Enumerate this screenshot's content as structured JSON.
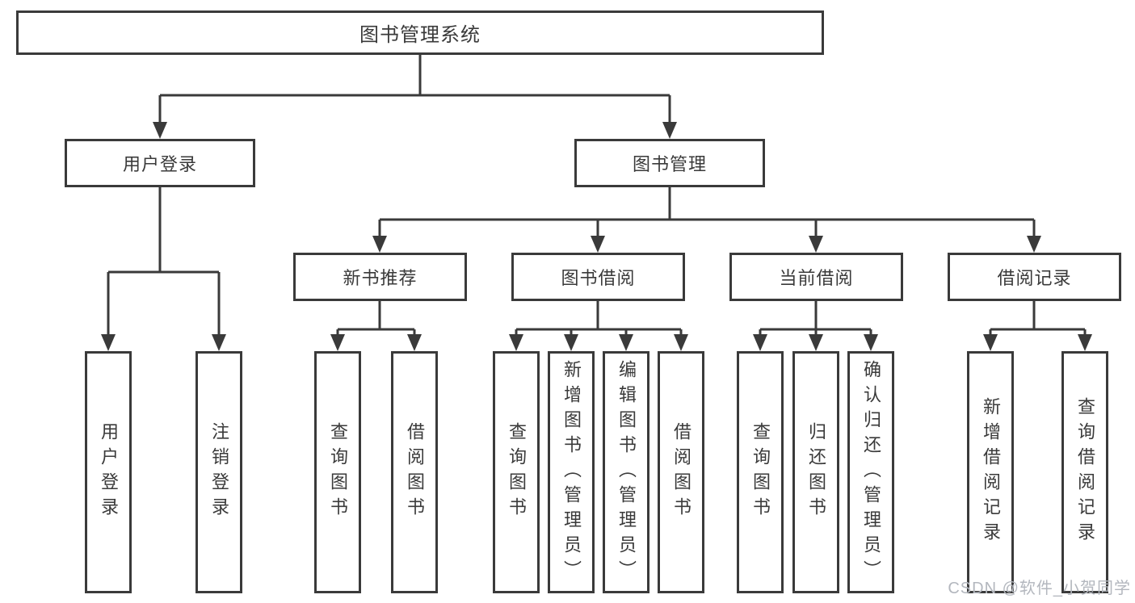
{
  "root": {
    "label": "图书管理系统"
  },
  "branches": [
    {
      "label": "用户登录",
      "children": [
        {
          "label": "用户登录"
        },
        {
          "label": "注销登录"
        }
      ]
    },
    {
      "label": "图书管理",
      "groups": [
        {
          "label": "新书推荐",
          "children": [
            {
              "label": "查询图书"
            },
            {
              "label": "借阅图书"
            }
          ]
        },
        {
          "label": "图书借阅",
          "children": [
            {
              "label": "查询图书"
            },
            {
              "label": "新增图书（管理员）"
            },
            {
              "label": "编辑图书（管理员）"
            },
            {
              "label": "借阅图书"
            }
          ]
        },
        {
          "label": "当前借阅",
          "children": [
            {
              "label": "查询图书"
            },
            {
              "label": "归还图书"
            },
            {
              "label": "确认归还（管理员）"
            }
          ]
        },
        {
          "label": "借阅记录",
          "children": [
            {
              "label": "新增借阅记录"
            },
            {
              "label": "查询借阅记录"
            }
          ]
        }
      ]
    }
  ],
  "watermark": "CSDN @软件_小贺同学",
  "colors": {
    "line": "#3a3a3a",
    "box_fill": "#ffffff",
    "text": "#3a3a3a",
    "watermark": "#b3b7be"
  }
}
